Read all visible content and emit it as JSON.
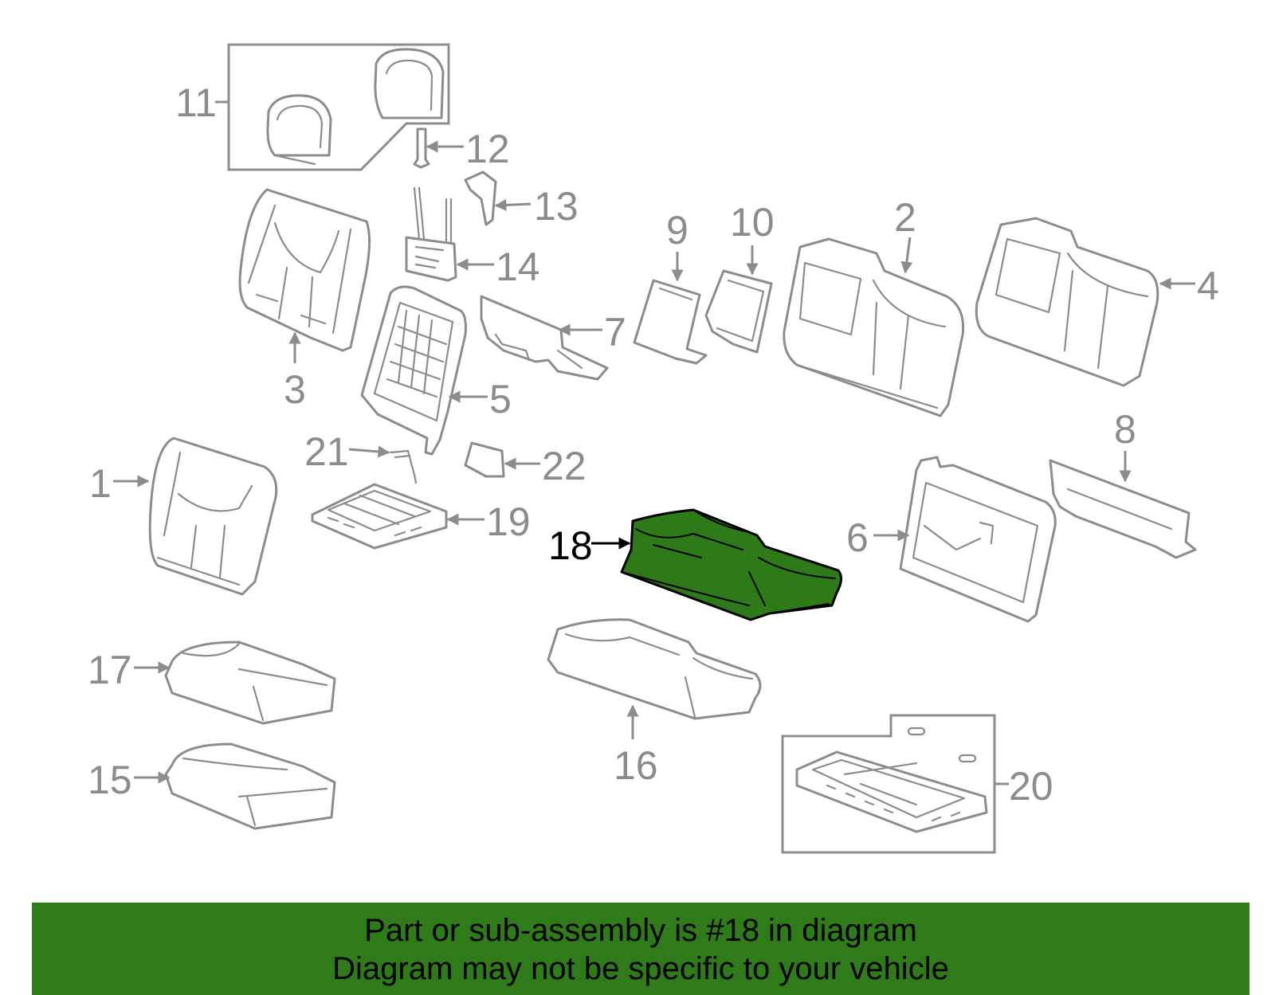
{
  "diagram": {
    "highlight_color": "#2e7a19",
    "line_color": "#8c8c8c",
    "callouts": [
      "1",
      "2",
      "3",
      "4",
      "5",
      "6",
      "7",
      "8",
      "9",
      "10",
      "11",
      "12",
      "13",
      "14",
      "15",
      "16",
      "17",
      "18",
      "19",
      "20",
      "21",
      "22"
    ],
    "highlighted_callout": "18"
  },
  "banner": {
    "background": "#2f7b1a",
    "line1": "Part or sub-assembly is #18 in diagram",
    "line2": "Diagram may not be specific to your vehicle"
  }
}
